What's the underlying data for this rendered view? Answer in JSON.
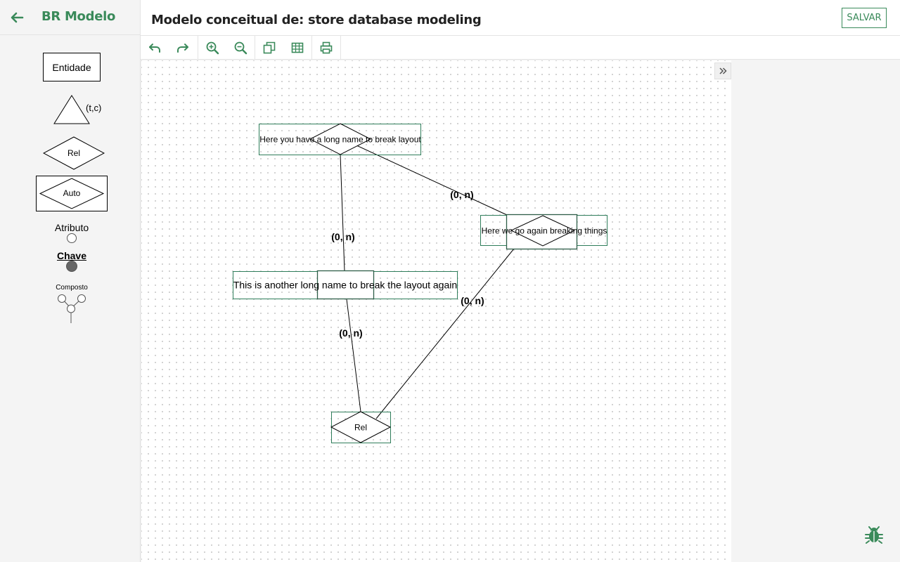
{
  "app": {
    "brand": "BR Modelo",
    "title": "Modelo conceitual de: store database modeling",
    "save_label": "SALVAR",
    "accent_color": "#3a8a5a"
  },
  "toolbar": {
    "items": [
      {
        "name": "undo-icon"
      },
      {
        "name": "redo-icon"
      },
      {
        "name": "zoom-in-icon"
      },
      {
        "name": "zoom-out-icon"
      },
      {
        "name": "copy-icon"
      },
      {
        "name": "table-icon"
      },
      {
        "name": "print-icon"
      }
    ]
  },
  "palette": {
    "entity_label": "Entidade",
    "specialization_label": "(t,c)",
    "relationship_label": "Rel",
    "associative_label": "Auto",
    "attribute_label": "Atributo",
    "key_label": "Chave",
    "composite_label": "Composto"
  },
  "diagram": {
    "relationships": [
      {
        "id": "rel-top",
        "label": "Here you have a long name to break layout"
      },
      {
        "id": "rel-right",
        "label": "Here we go again breaking things"
      },
      {
        "id": "rel-bottom",
        "label": "Rel"
      }
    ],
    "entities": [
      {
        "id": "entity-middle",
        "label": "This is another long name to break the layout again"
      }
    ],
    "cardinalities": [
      {
        "id": "card-top-right",
        "text": "(0, n)"
      },
      {
        "id": "card-top-middle",
        "text": "(0, n)"
      },
      {
        "id": "card-right-bottom",
        "text": "(0, n)"
      },
      {
        "id": "card-middle-bottom",
        "text": "(0, n)"
      }
    ]
  }
}
